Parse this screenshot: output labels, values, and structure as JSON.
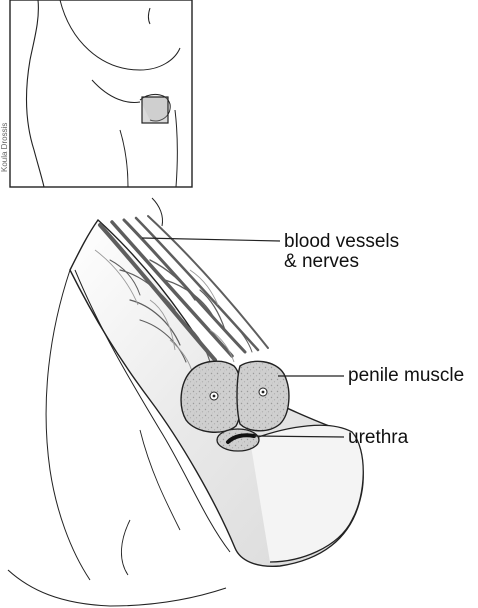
{
  "labels": {
    "blood_vessels_line1": "blood vessels",
    "blood_vessels_line2": "& nerves",
    "penile_muscle": "penile muscle",
    "urethra": "urethra"
  },
  "credit": "Koula Drossis",
  "colors": {
    "outline": "#222222",
    "muscle_fill": "#cfcfcf",
    "vessel_gray": "#6e6e6e",
    "background": "#ffffff"
  }
}
